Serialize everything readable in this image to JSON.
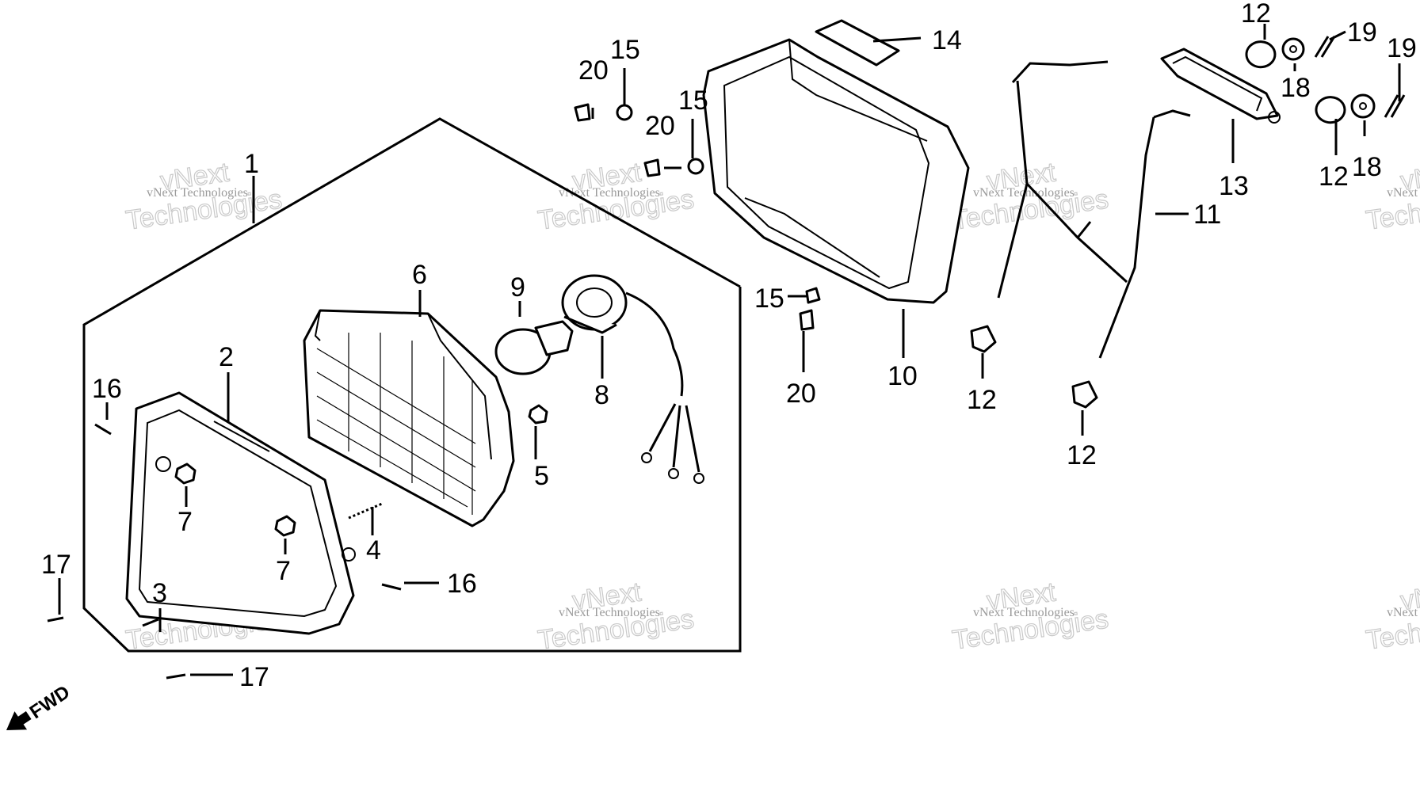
{
  "callouts": {
    "c1": "1",
    "c2": "2",
    "c3": "3",
    "c4": "4",
    "c5": "5",
    "c6": "6",
    "c7a": "7",
    "c7b": "7",
    "c8": "8",
    "c9": "9",
    "c10": "10",
    "c11": "11",
    "c12a": "12",
    "c12b": "12",
    "c12c": "12",
    "c12d": "12",
    "c13": "13",
    "c14": "14",
    "c15a": "15",
    "c15b": "15",
    "c15c": "15",
    "c16a": "16",
    "c16b": "16",
    "c17a": "17",
    "c17b": "17",
    "c18a": "18",
    "c18b": "18",
    "c19a": "19",
    "c19b": "19",
    "c20a": "20",
    "c20b": "20",
    "c20c": "20"
  },
  "direction_label": "FWD",
  "watermark": {
    "line1": "vNext Technologies",
    "line2": "vNext",
    "line3": "Technologies"
  }
}
